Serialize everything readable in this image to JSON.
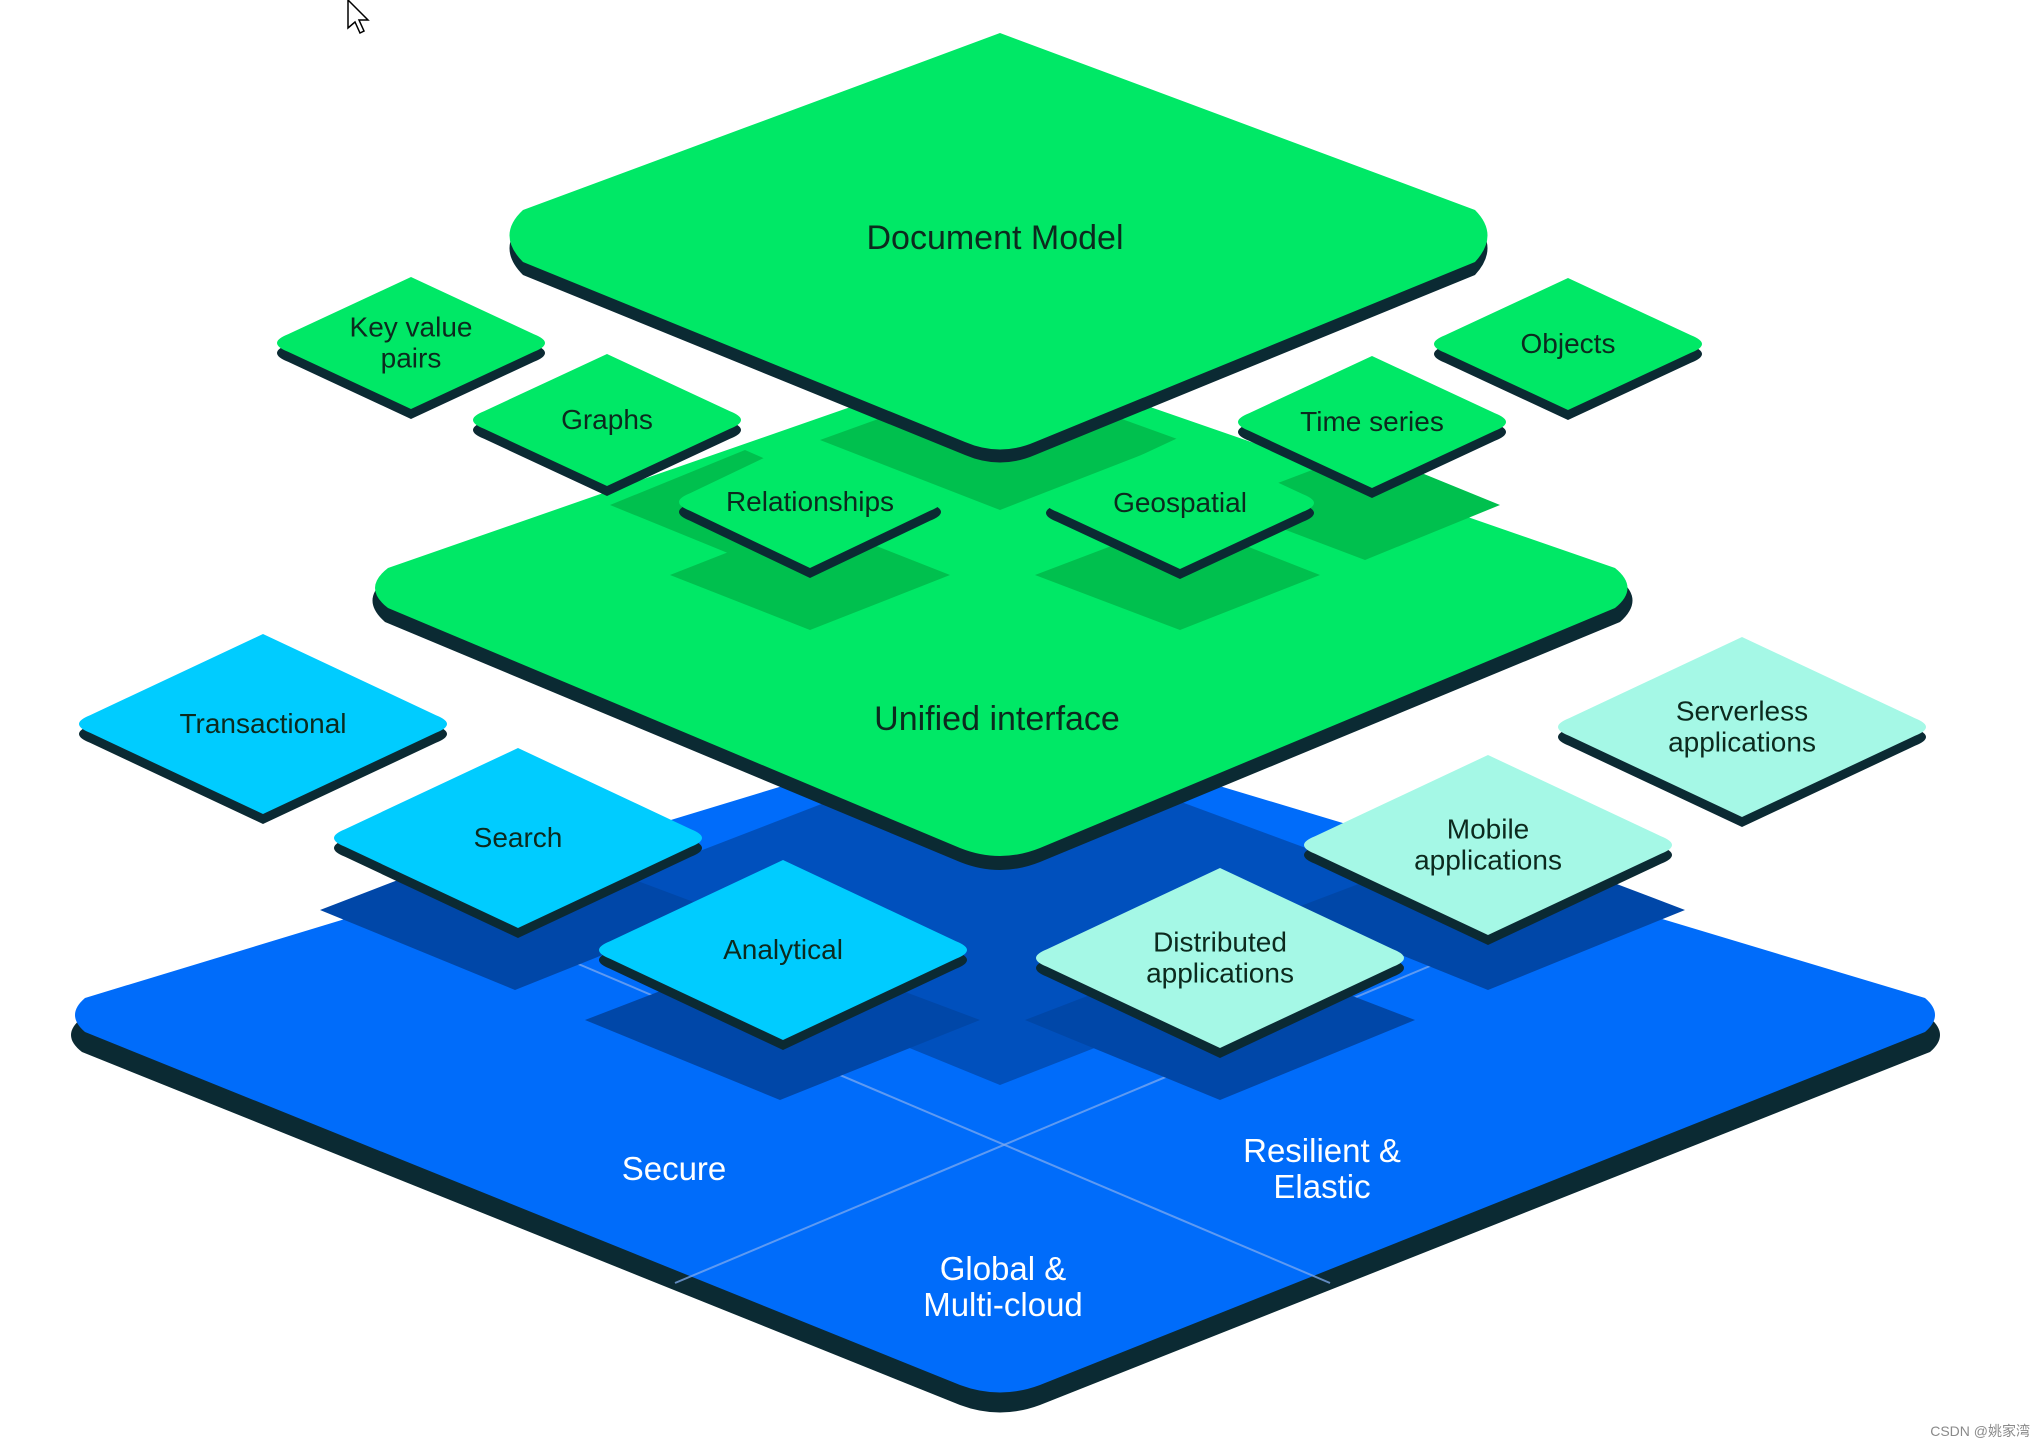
{
  "diagram": {
    "top_layer": {
      "label": "Document Model"
    },
    "middle_layer": {
      "label": "Unified interface"
    },
    "data_models": [
      {
        "id": "key-value-pairs",
        "lines": [
          "Key value",
          "pairs"
        ]
      },
      {
        "id": "graphs",
        "lines": [
          "Graphs"
        ]
      },
      {
        "id": "relationships",
        "lines": [
          "Relationships"
        ]
      },
      {
        "id": "geospatial",
        "lines": [
          "Geospatial"
        ]
      },
      {
        "id": "time-series",
        "lines": [
          "Time series"
        ]
      },
      {
        "id": "objects",
        "lines": [
          "Objects"
        ]
      }
    ],
    "workloads": [
      {
        "id": "transactional",
        "lines": [
          "Transactional"
        ]
      },
      {
        "id": "search",
        "lines": [
          "Search"
        ]
      },
      {
        "id": "analytical",
        "lines": [
          "Analytical"
        ]
      }
    ],
    "applications": [
      {
        "id": "distributed-applications",
        "lines": [
          "Distributed",
          "applications"
        ]
      },
      {
        "id": "mobile-applications",
        "lines": [
          "Mobile",
          "applications"
        ]
      },
      {
        "id": "serverless-applications",
        "lines": [
          "Serverless",
          "applications"
        ]
      }
    ],
    "foundation_quadrants": [
      {
        "id": "secure",
        "lines": [
          "Secure"
        ]
      },
      {
        "id": "resilient-elastic",
        "lines": [
          "Resilient &",
          "Elastic"
        ]
      },
      {
        "id": "global-multicloud",
        "lines": [
          "Global &",
          "Multi-cloud"
        ]
      }
    ]
  },
  "colors": {
    "green": "#00e866",
    "green_shadow": "#00c04e",
    "cyan": "#00ccff",
    "mint": "#a5f8e6",
    "blue": "#006cfa",
    "blue_dark": "#0047a8",
    "outline": "#0b2a33"
  },
  "watermark": "CSDN @姚家湾"
}
